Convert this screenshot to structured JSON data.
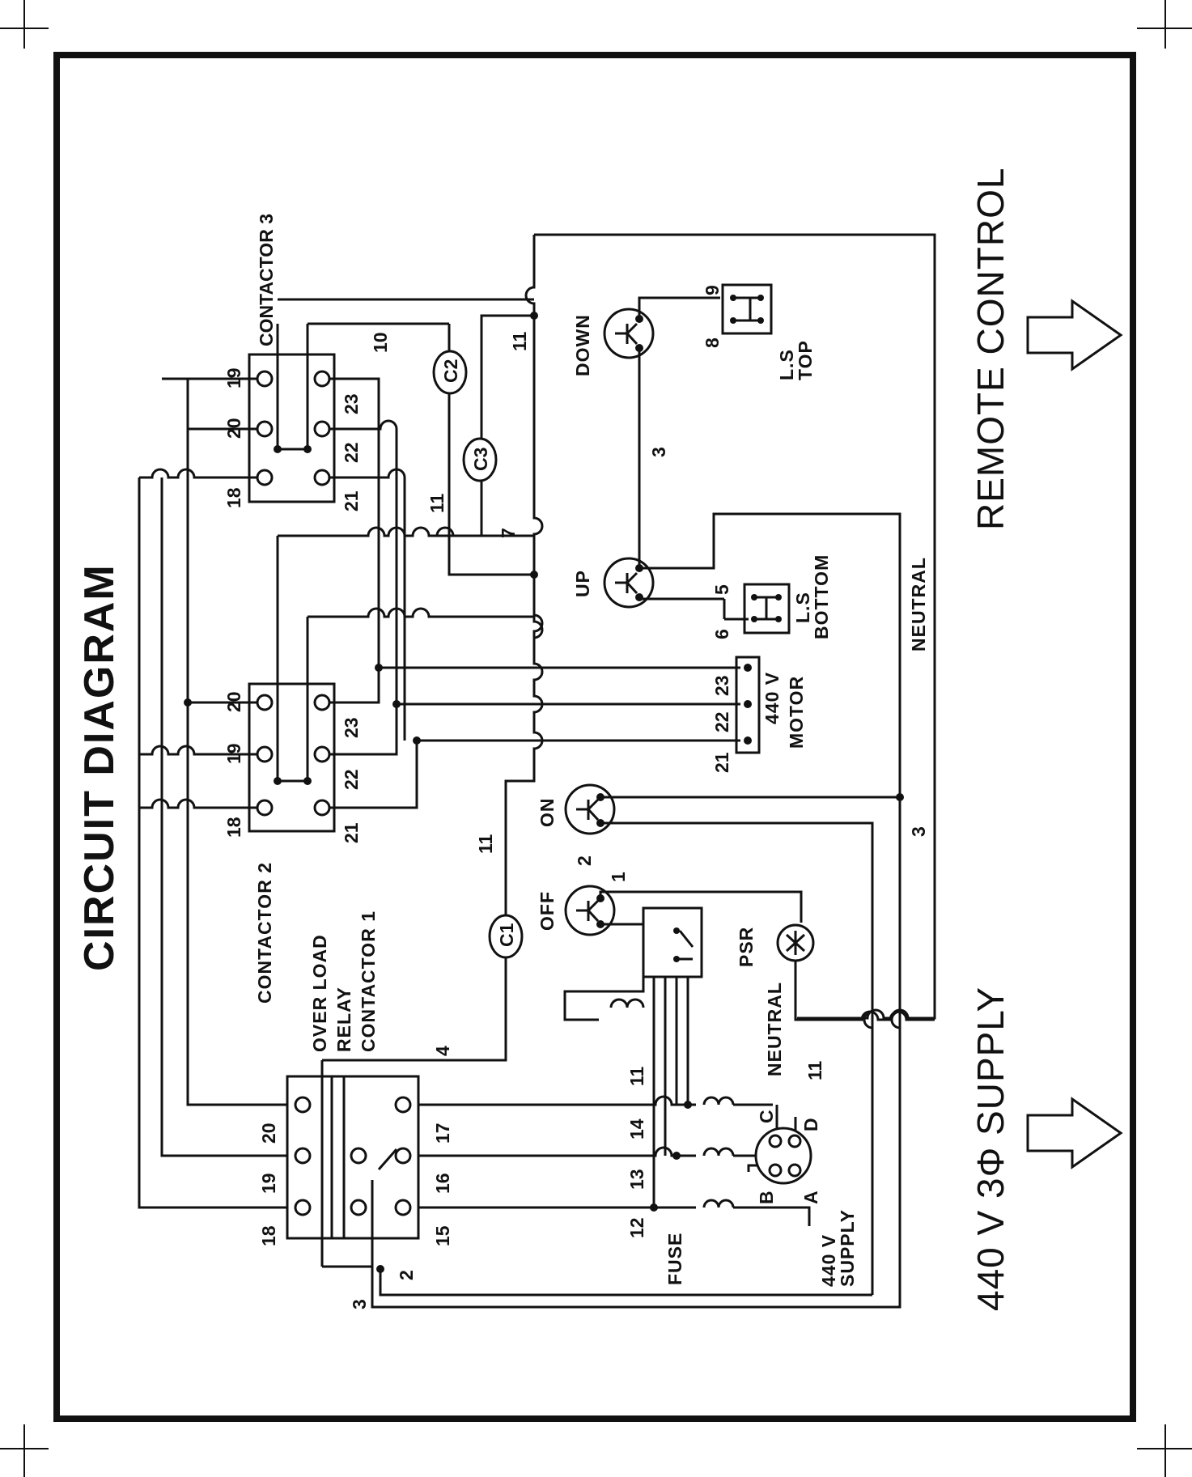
{
  "title": "CIRCUIT DIAGRAM",
  "bottom_captions": {
    "supply": "440 V 3Φ SUPPLY",
    "remote": "REMOTE CONTROL"
  },
  "components": {
    "contactor_3": "CONTACTOR 3",
    "contactor_2": "CONTACTOR 2",
    "overload_relay": [
      "OVER LOAD",
      "RELAY",
      "CONTACTOR 1"
    ],
    "motor": [
      "440 V",
      "MOTOR"
    ],
    "ls_top": [
      "L.S",
      "TOP"
    ],
    "ls_bottom": [
      "L.S",
      "BOTTOM"
    ],
    "fuse": "FUSE",
    "psr": "PSR",
    "supply_440": [
      "440 V",
      "SUPPLY"
    ],
    "neutral": "NEUTRAL",
    "buttons": {
      "down": "DOWN",
      "up": "UP",
      "on": "ON",
      "off": "OFF"
    },
    "coils": {
      "c1": "C1",
      "c2": "C2",
      "c3": "C3"
    }
  },
  "terminals": {
    "c3_left": [
      "19",
      "20",
      "18"
    ],
    "c3_right": [
      "23",
      "22",
      "21"
    ],
    "c2_left": [
      "20",
      "19",
      "18"
    ],
    "c2_right": [
      "23",
      "22",
      "21"
    ],
    "relay_top": [
      "20",
      "19",
      "18"
    ],
    "relay_bottom": [
      "17",
      "16",
      "15"
    ],
    "motor": [
      "23",
      "22",
      "21"
    ],
    "fuse_row": [
      "11",
      "14",
      "13",
      "12"
    ],
    "plug": [
      "C",
      "D",
      "B",
      "A"
    ]
  },
  "wire_numbers": {
    "n10": "10",
    "n11a": "11",
    "n11b": "11",
    "n11c": "11",
    "n11d": "11",
    "n7": "7",
    "n3a": "3",
    "n3b": "3",
    "n3c": "3",
    "n9": "9",
    "n8": "8",
    "n5": "5",
    "n6": "6",
    "n2a": "2",
    "n1": "1",
    "n4": "4",
    "n2b": "2"
  }
}
